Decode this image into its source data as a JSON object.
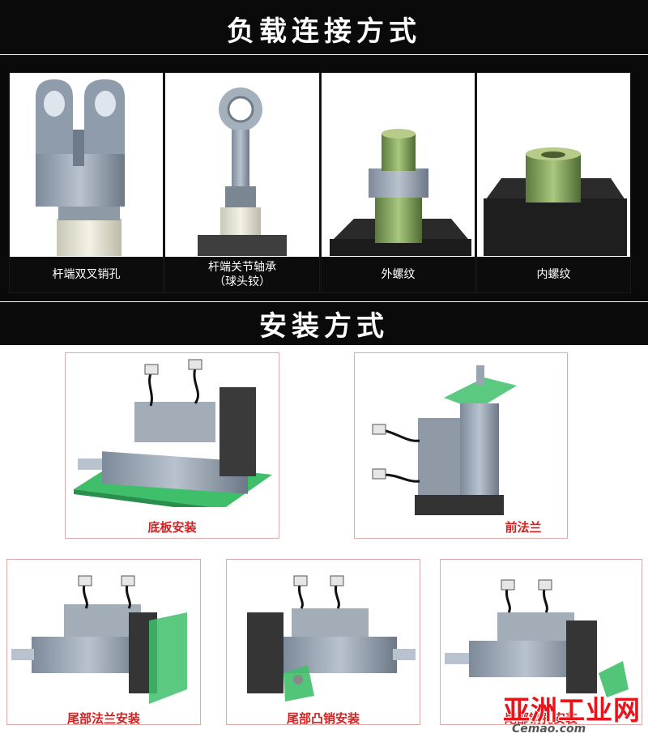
{
  "headers": {
    "connection": "负载连接方式",
    "installation": "安装方式"
  },
  "connections": [
    {
      "label": "杆端双叉销孔",
      "label2": ""
    },
    {
      "label": "杆端关节轴承",
      "label2": "（球头铰）"
    },
    {
      "label": "外螺纹",
      "label2": ""
    },
    {
      "label": "内螺纹",
      "label2": ""
    }
  ],
  "mounts": [
    {
      "label": "底板安装"
    },
    {
      "label": "前法兰"
    },
    {
      "label": "尾部法兰安装"
    },
    {
      "label": "尾部凸销安装"
    },
    {
      "label": "尾部销孔安装"
    }
  ],
  "watermark": {
    "main": "亚洲工业网",
    "sub": "Cemao.com"
  },
  "colors": {
    "header_bg": "#0a0a0a",
    "label_red": "#d42020",
    "panel_border": "#e2a9a9",
    "plate_green": "#3fbf6a"
  }
}
